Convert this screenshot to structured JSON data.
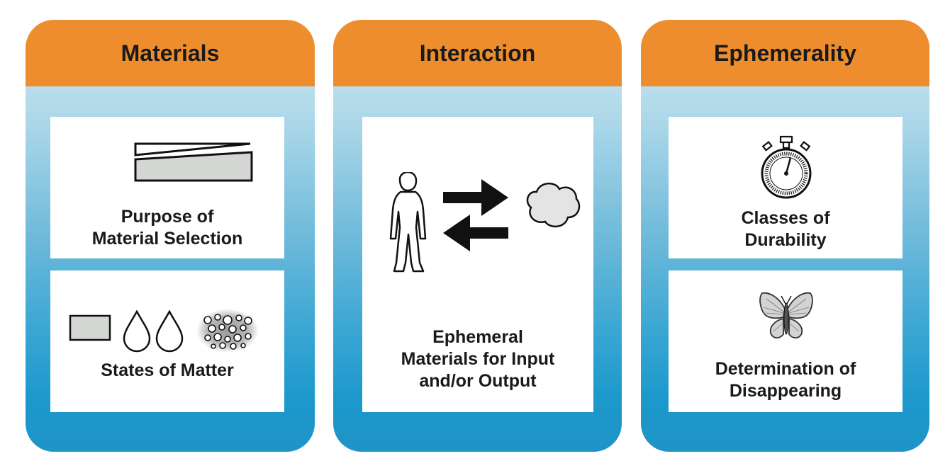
{
  "columns": [
    {
      "title": "Materials",
      "cards": [
        {
          "label_lines": [
            "Purpose of",
            "Material Selection"
          ],
          "icon": "slanted-slab-icon"
        },
        {
          "label_lines": [
            "States of Matter"
          ],
          "icon": "states-of-matter-icon"
        }
      ]
    },
    {
      "title": "Interaction",
      "cards": [
        {
          "label_lines": [
            "Ephemeral",
            "Materials for Input",
            "and/or Output"
          ],
          "icon": "person-exchange-icon"
        }
      ]
    },
    {
      "title": "Ephemerality",
      "cards": [
        {
          "label_lines": [
            "Classes of",
            "Durability"
          ],
          "icon": "stopwatch-icon"
        },
        {
          "label_lines": [
            "Determination of",
            "Disappearing"
          ],
          "icon": "butterfly-icon"
        }
      ]
    }
  ]
}
